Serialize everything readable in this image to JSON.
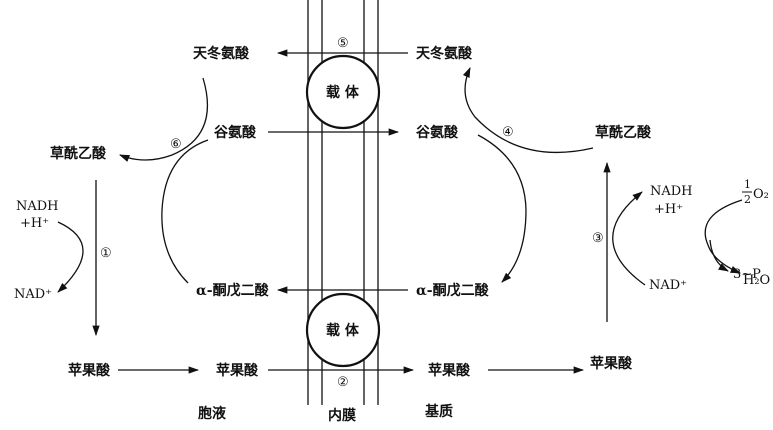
{
  "labels": {
    "aspartate_left": "天冬氨酸",
    "aspartate_right": "天冬氨酸",
    "carrier_top": "载 体",
    "carrier_bottom": "载 体",
    "oxaloacetate_left": "草酰乙酸",
    "oxaloacetate_right": "草酰乙酸",
    "glutamate_left": "谷氨酸",
    "glutamate_right": "谷氨酸",
    "nadh_left_1": "NADH",
    "nadh_left_2": "+H⁺",
    "nad_left": "NAD⁺",
    "nadh_right_1": "NADH",
    "nadh_right_2": "+H⁺",
    "nad_right": "NAD⁺",
    "half": "1",
    "half_den": "2",
    "o2": "O₂",
    "atp": "3~P",
    "water": "H₂O",
    "akg_left": "α-酮戊二酸",
    "akg_right": "α-酮戊二酸",
    "malate_1": "苹果酸",
    "malate_2": "苹果酸",
    "malate_3": "苹果酸",
    "malate_4": "苹果酸",
    "region_cytosol": "胞液",
    "region_membrane": "内膜",
    "region_matrix": "基质"
  },
  "steps": {
    "s1": "①",
    "s2": "②",
    "s3": "③",
    "s4": "④",
    "s5": "⑤",
    "s6": "⑥"
  }
}
